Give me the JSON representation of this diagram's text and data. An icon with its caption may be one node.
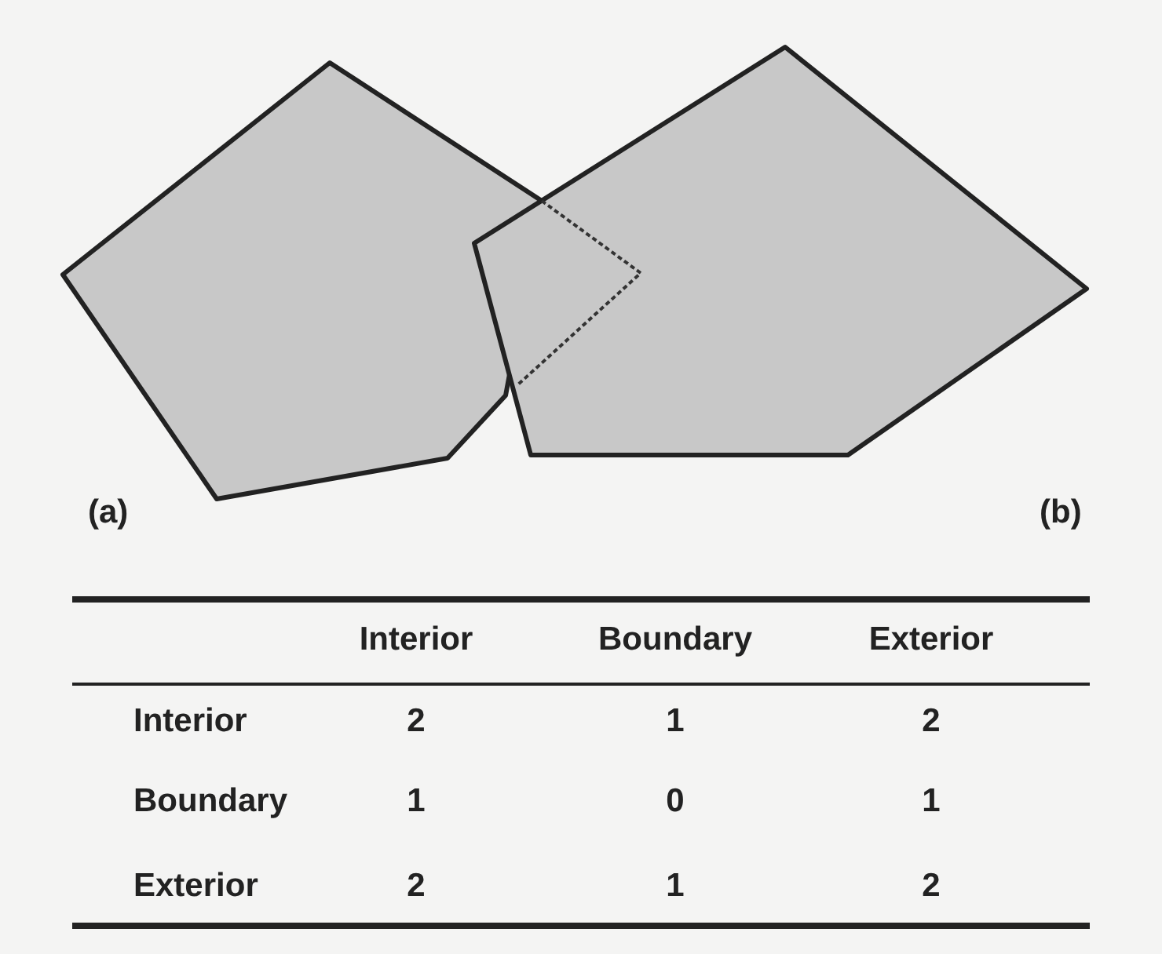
{
  "diagram": {
    "labels": [
      "(a)",
      "(b)",
      "Interior",
      "Boundary",
      "Exterior",
      "Interior",
      "2",
      "1",
      "2",
      "Boundary",
      "1",
      "0",
      "1",
      "Exterior",
      "2",
      "1",
      "2"
    ]
  }
}
